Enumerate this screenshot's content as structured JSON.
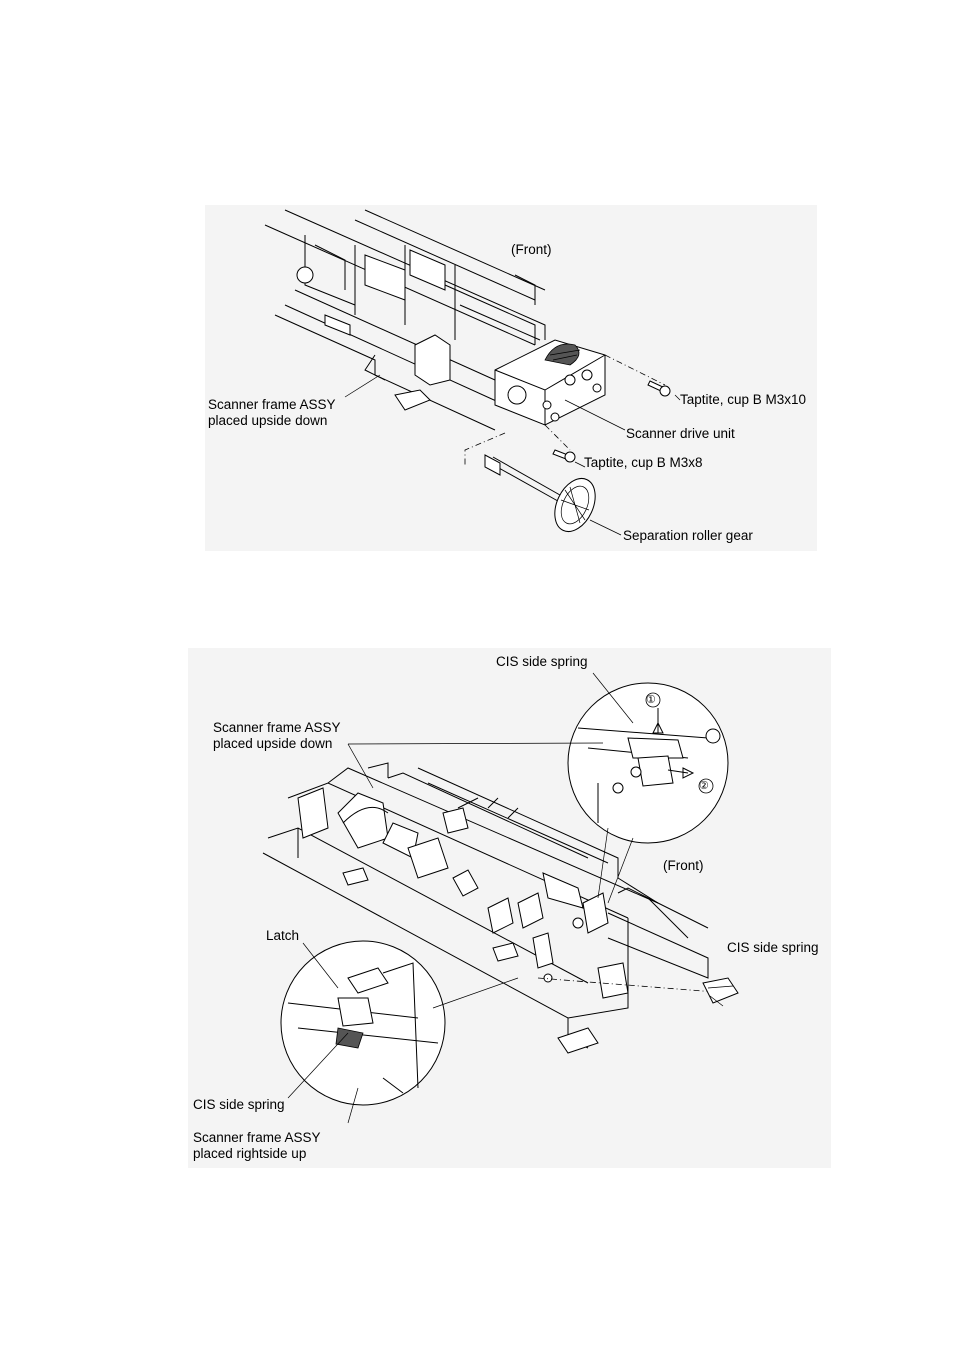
{
  "figure_top": {
    "front_label": "(Front)",
    "callouts": {
      "scanner_frame_line1": "Scanner frame ASSY",
      "scanner_frame_line2": "placed upside down",
      "taptite_m3x10": "Taptite, cup B M3x10",
      "scanner_drive_unit": "Scanner drive unit",
      "taptite_m3x8": "Taptite, cup B M3x8",
      "separation_roller_gear": "Separation roller gear"
    }
  },
  "figure_bottom": {
    "front_label": "(Front)",
    "callouts": {
      "cis_spring_top": "CIS side spring",
      "scanner_frame_upside_line1": "Scanner frame ASSY",
      "scanner_frame_upside_line2": "placed upside down",
      "latch": "Latch",
      "cis_spring_right": "CIS side spring",
      "cis_spring_left": "CIS side spring",
      "scanner_frame_rightside_line1": "Scanner frame ASSY",
      "scanner_frame_rightside_line2": "placed rightside up"
    },
    "step_markers": [
      "①",
      "②"
    ]
  }
}
